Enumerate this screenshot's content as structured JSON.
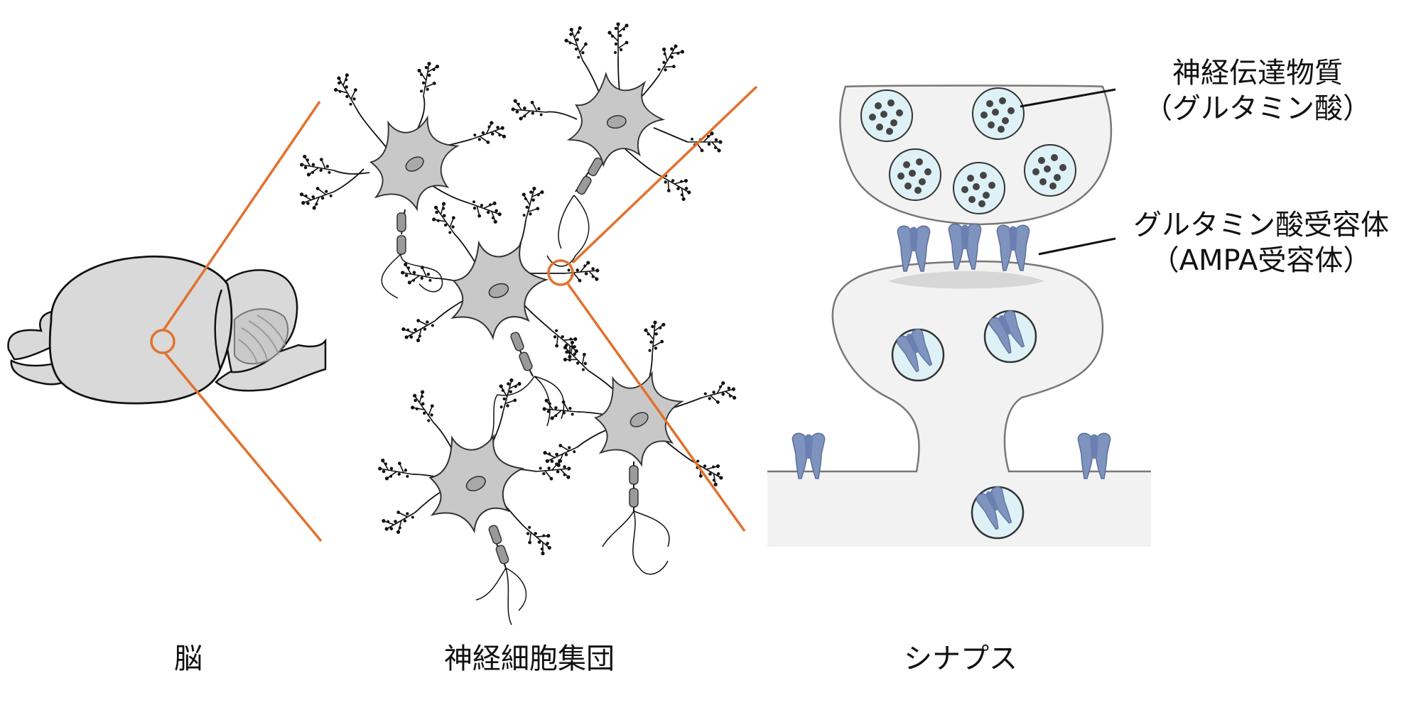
{
  "captions": {
    "brain": "脳",
    "neuron_population": "神経細胞集団",
    "synapse": "シナプス"
  },
  "annotations": {
    "neurotransmitter_line1": "神経伝達物質",
    "neurotransmitter_line2": "（グルタミン酸）",
    "receptor_line1": "グルタミン酸受容体",
    "receptor_line2": "（AMPA受容体）"
  },
  "colors": {
    "zoom_line": "#E2712E",
    "tissue_fill": "#D9D9D9",
    "cell_fill": "#C8C8C8",
    "synapse_fill": "#F2F2F2",
    "vesicle_fill": "#DDF1F7",
    "receptor_fill": "#7F93BF",
    "transmitter_dot": "#444444",
    "outline": "#111111"
  }
}
